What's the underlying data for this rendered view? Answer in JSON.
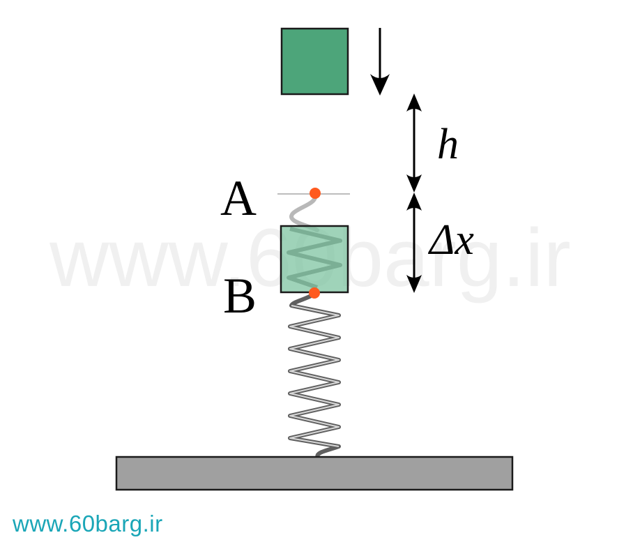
{
  "labels": {
    "height": "h",
    "compression": "Δx",
    "point_a": "A",
    "point_b": "B"
  },
  "watermark_text": "www.60barg.ir",
  "footer_text": "www.60barg.ir",
  "colors": {
    "block": "#4da57a",
    "block_translucent": "#7fc4a2",
    "point": "#ff5a1f",
    "ground": "#a0a0a0",
    "spring": "#8a8a8a",
    "footer": "#1aa6b7"
  }
}
